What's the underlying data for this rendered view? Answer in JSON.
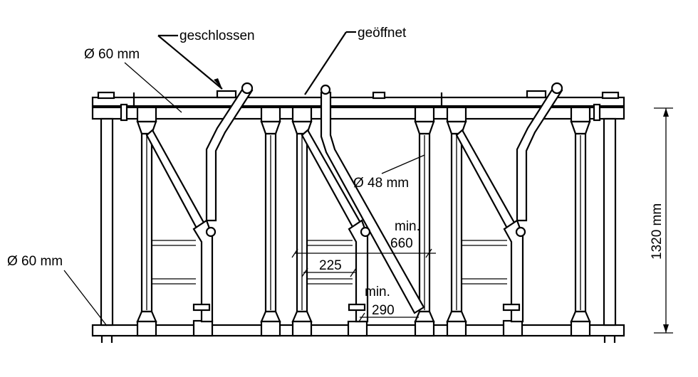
{
  "labels": {
    "closed": "geschlossen",
    "open": "geöffnet",
    "top_rail_diameter": "Ø 60 mm",
    "post_diameter": "Ø 60 mm",
    "bar_diameter": "Ø 48 mm",
    "min_label": "min.",
    "min_width": "660",
    "dim_225": "225",
    "min_label_2": "min.",
    "min_gap": "290",
    "height": "1320 mm"
  },
  "colors": {
    "stroke": "#000000",
    "background": "#ffffff"
  }
}
